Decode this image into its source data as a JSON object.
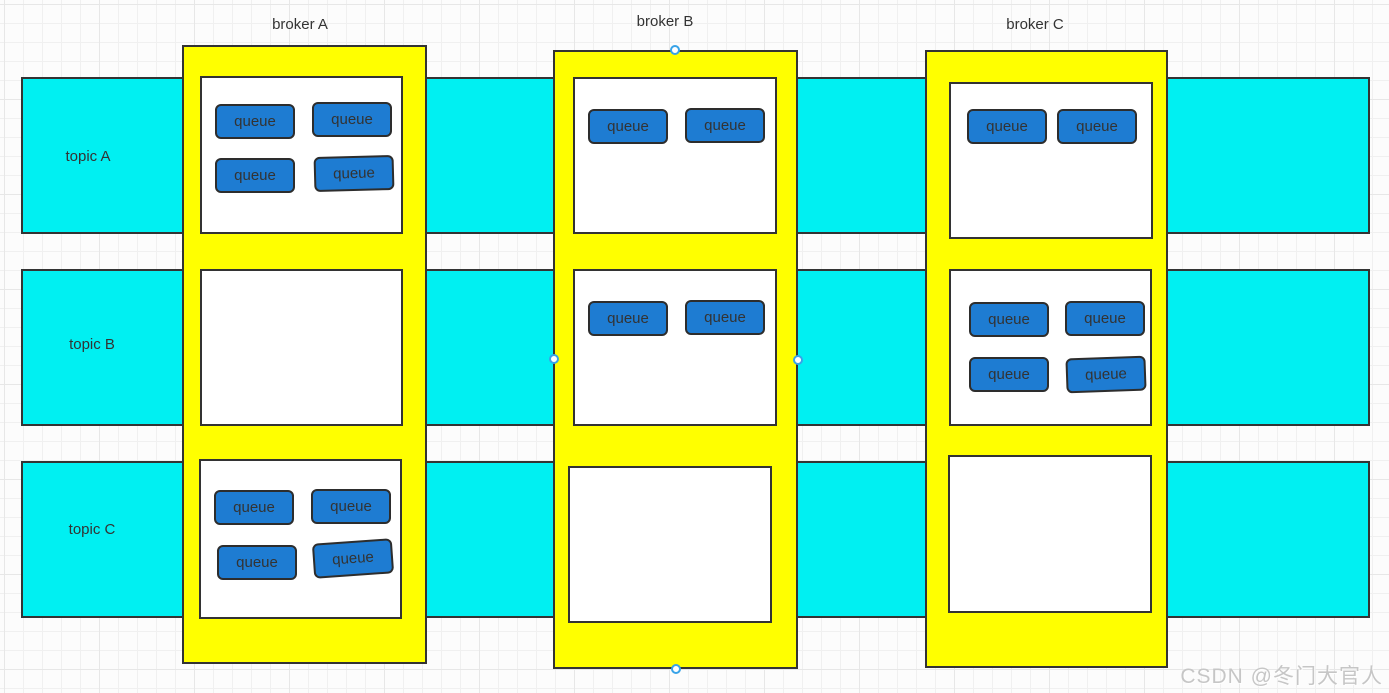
{
  "diagram": {
    "brokers": [
      {
        "label": "broker A",
        "selected": false
      },
      {
        "label": "broker B",
        "selected": true
      },
      {
        "label": "broker C",
        "selected": false
      }
    ],
    "topics": [
      {
        "label": "topic A"
      },
      {
        "label": "topic B"
      },
      {
        "label": "topic C"
      }
    ],
    "cells": [
      {
        "broker": "broker A",
        "topic": "topic A",
        "queues": [
          "queue",
          "queue",
          "queue",
          "queue"
        ]
      },
      {
        "broker": "broker A",
        "topic": "topic B",
        "queues": []
      },
      {
        "broker": "broker A",
        "topic": "topic C",
        "queues": [
          "queue",
          "queue",
          "queue",
          "queue"
        ]
      },
      {
        "broker": "broker B",
        "topic": "topic A",
        "queues": [
          "queue",
          "queue"
        ]
      },
      {
        "broker": "broker B",
        "topic": "topic B",
        "queues": [
          "queue",
          "queue"
        ]
      },
      {
        "broker": "broker B",
        "topic": "topic C",
        "queues": []
      },
      {
        "broker": "broker C",
        "topic": "topic A",
        "queues": [
          "queue",
          "queue"
        ]
      },
      {
        "broker": "broker C",
        "topic": "topic B",
        "queues": [
          "queue",
          "queue",
          "queue",
          "queue"
        ]
      },
      {
        "broker": "broker C",
        "topic": "topic C",
        "queues": []
      }
    ],
    "selection": {
      "selected_shape": "broker B",
      "handles": [
        "top",
        "right",
        "bottom",
        "left"
      ]
    },
    "colors": {
      "topic_fill": "#00f0f2",
      "broker_fill": "#ffff00",
      "queue_fill": "#1e7cd2",
      "cell_fill": "#ffffff",
      "border": "#333333",
      "selection_handle": "#38a3e8",
      "watermark_text": "#c6c6c6"
    }
  },
  "watermark": "CSDN @冬门大官人"
}
